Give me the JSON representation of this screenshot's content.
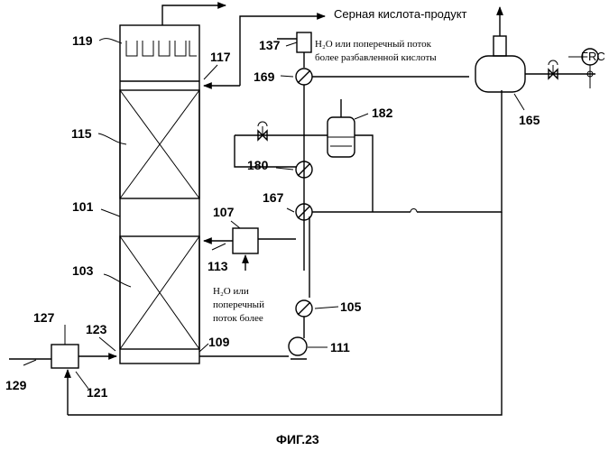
{
  "labels": {
    "product": "Серная кислота-продукт",
    "h2o_a": "H₂O или поперечный поток",
    "h2o_b": "более разбавленной кислоты",
    "h2o_c": "H₂O или",
    "h2o_d": "поперечный",
    "h2o_e": "поток более",
    "frc": "FRC"
  },
  "refs": {
    "r119": "119",
    "r117": "117",
    "r137": "137",
    "r169": "169",
    "r182": "182",
    "r165": "165",
    "r115": "115",
    "r180": "180",
    "r101": "101",
    "r167": "167",
    "r107": "107",
    "r113": "113",
    "r103": "103",
    "r105": "105",
    "r127": "127",
    "r123": "123",
    "r109": "109",
    "r111": "111",
    "r129": "129",
    "r121": "121"
  },
  "caption": "ФИГ.23"
}
